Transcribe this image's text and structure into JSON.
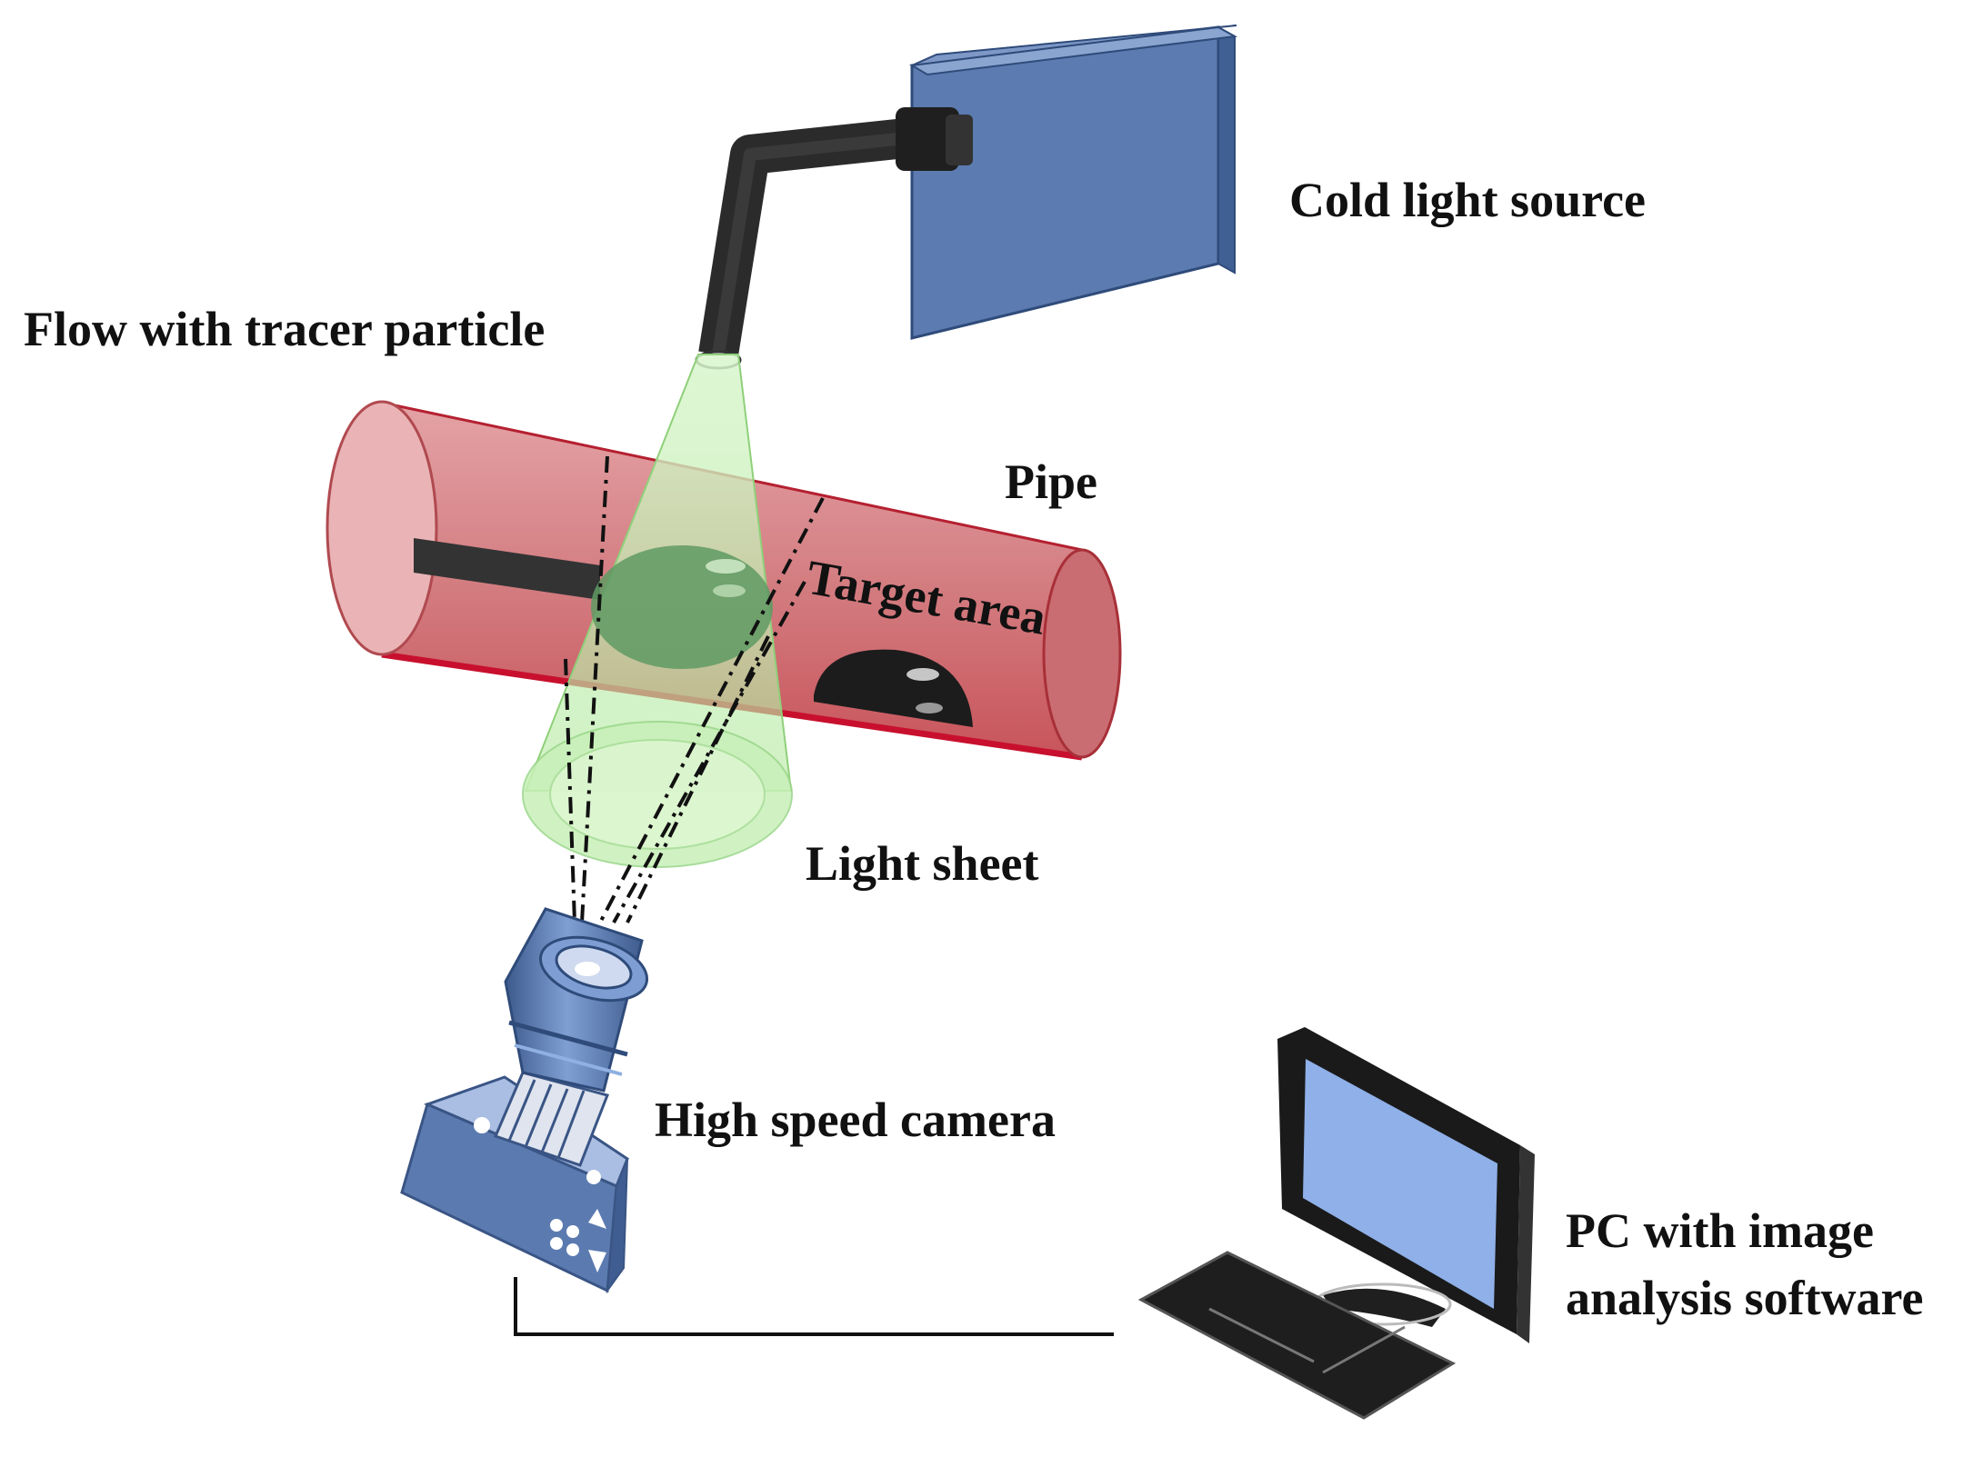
{
  "labels": {
    "cold_light_source": "Cold light source",
    "flow_with_tracer": "Flow with tracer particle",
    "pipe": "Pipe",
    "target_area": "Target area",
    "light_sheet": "Light sheet",
    "high_speed_camera": "High speed camera",
    "pc_line1": "PC with image",
    "pc_line2": "analysis software"
  },
  "icons": {
    "light_source": "light-source-box-icon",
    "light_guide": "fiber-light-guide-icon",
    "pipe": "pipe-cylinder-icon",
    "camera": "high-speed-camera-icon",
    "pc": "pc-monitor-icon",
    "keyboard": "keyboard-icon"
  },
  "colors": {
    "pipe": "#d47a7e",
    "pipe_edge": "#c8102e",
    "light": "#b8ecaa",
    "device_blue": "#5b7bb0",
    "screen": "#8fb0e8",
    "dark": "#222222"
  }
}
